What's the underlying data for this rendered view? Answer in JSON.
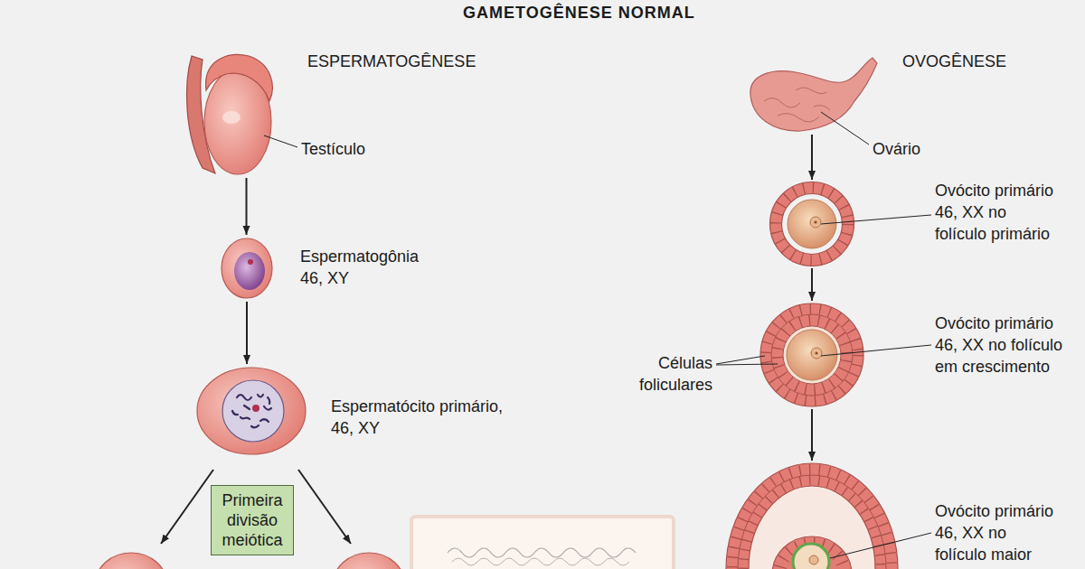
{
  "diagram": {
    "title": "GAMETOGÊNESE NORMAL",
    "nodes": [
      {
        "text": [
          "Testículo"
        ]
      },
      {
        "text": [
          "Espermatogônia",
          "46, XY"
        ]
      },
      {
        "text": [
          "Espermatócito primário,",
          "46, XY"
        ]
      },
      {
        "text": [
          "Primeira divisão meiótica"
        ]
      },
      {
        "text": [
          "Ovário"
        ]
      },
      {
        "text": [
          "Ovócito primário 46, XX no folículo primário"
        ]
      },
      {
        "text": [
          "Ovócito primário 46, XX no folículo em crescimento"
        ]
      },
      {
        "text": [
          "Ovócito primário 46, XX no folículo maior"
        ]
      }
    ],
    "edges": [
      {
        "from": 0,
        "to": 1,
        "arrow": "to"
      },
      {
        "from": 1,
        "to": 2,
        "arrow": "to"
      },
      {
        "from": 4,
        "to": 5,
        "arrow": "to"
      },
      {
        "from": 5,
        "to": 6,
        "arrow": "to"
      },
      {
        "from": 6,
        "to": 7,
        "arrow": "to"
      }
    ],
    "labels": [
      "ESPERMATOGÊNESE",
      "OVOGÊNESE",
      "Células foliculares"
    ]
  }
}
